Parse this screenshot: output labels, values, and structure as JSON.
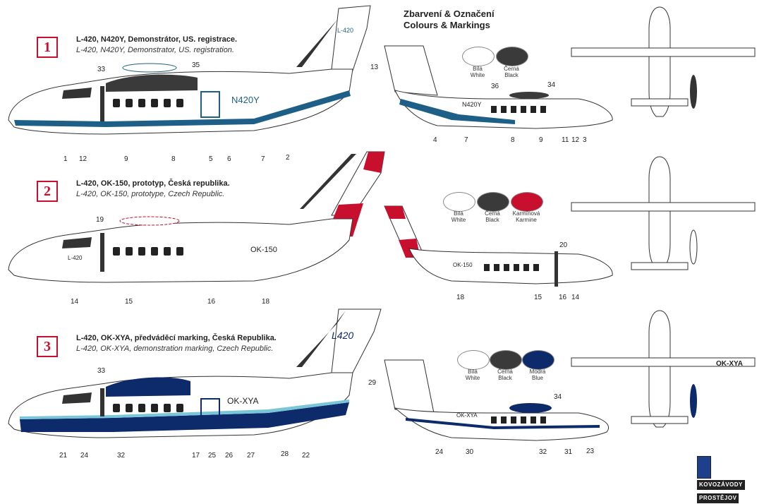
{
  "header": {
    "title_cs": "Zbarvení & Označení",
    "title_en": "Colours & Markings"
  },
  "colors": {
    "white": "#ffffff",
    "black": "#3a3a3a",
    "karmine": "#c8102e",
    "blue": "#0d2a6b",
    "teal_stripe": "#1d5f86",
    "light_blue": "#7ac6d9"
  },
  "variants": [
    {
      "number": "1",
      "title_cs": "L-420, N420Y, Demonstrátor, US. registrace.",
      "title_en": "L-420, N420Y, Demonstrator, US. registration.",
      "registration": "N420Y",
      "tail_text": "L-420",
      "swatches": [
        {
          "name_cs": "Bílá",
          "name_en": "White",
          "color": "#ffffff"
        },
        {
          "name_cs": "Černá",
          "name_en": "Black",
          "color": "#3a3a3a"
        }
      ],
      "side_callouts": [
        "33",
        "35",
        "13",
        "1",
        "12",
        "9",
        "8",
        "5",
        "6",
        "7",
        "2"
      ],
      "right_callouts": [
        "36",
        "34",
        "4",
        "7",
        "8",
        "9",
        "11",
        "12",
        "3"
      ]
    },
    {
      "number": "2",
      "title_cs": "L-420, OK-150, prototyp, Česká republika.",
      "title_en": "L-420, OK-150, prototype, Czech Republic.",
      "registration": "OK-150",
      "nose_text": "L-420",
      "swatches": [
        {
          "name_cs": "Bílá",
          "name_en": "White",
          "color": "#ffffff"
        },
        {
          "name_cs": "Černá",
          "name_en": "Black",
          "color": "#3a3a3a"
        },
        {
          "name_cs": "Karmínová",
          "name_en": "Karmine",
          "color": "#c8102e"
        }
      ],
      "side_callouts": [
        "19",
        "14",
        "15",
        "16",
        "18"
      ],
      "right_callouts": [
        "20",
        "18",
        "15",
        "16",
        "14"
      ]
    },
    {
      "number": "3",
      "title_cs": "L-420, OK-XYA, předváděcí marking, Česká Republika.",
      "title_en": "L-420, OK-XYA, demonstration marking, Czech Republic.",
      "registration": "OK-XYA",
      "tail_text": "L420",
      "swatches": [
        {
          "name_cs": "Bílá",
          "name_en": "White",
          "color": "#ffffff"
        },
        {
          "name_cs": "Černá",
          "name_en": "Black",
          "color": "#3a3a3a"
        },
        {
          "name_cs": "Modrá",
          "name_en": "Blue",
          "color": "#0d2a6b"
        }
      ],
      "side_callouts": [
        "33",
        "29",
        "21",
        "24",
        "32",
        "17",
        "25",
        "26",
        "27",
        "28",
        "22"
      ],
      "right_callouts": [
        "34",
        "24",
        "30",
        "32",
        "31",
        "23"
      ]
    }
  ],
  "logo": {
    "line1": "KOVOZÁVODY",
    "line2": "PROSTĚJOV"
  }
}
